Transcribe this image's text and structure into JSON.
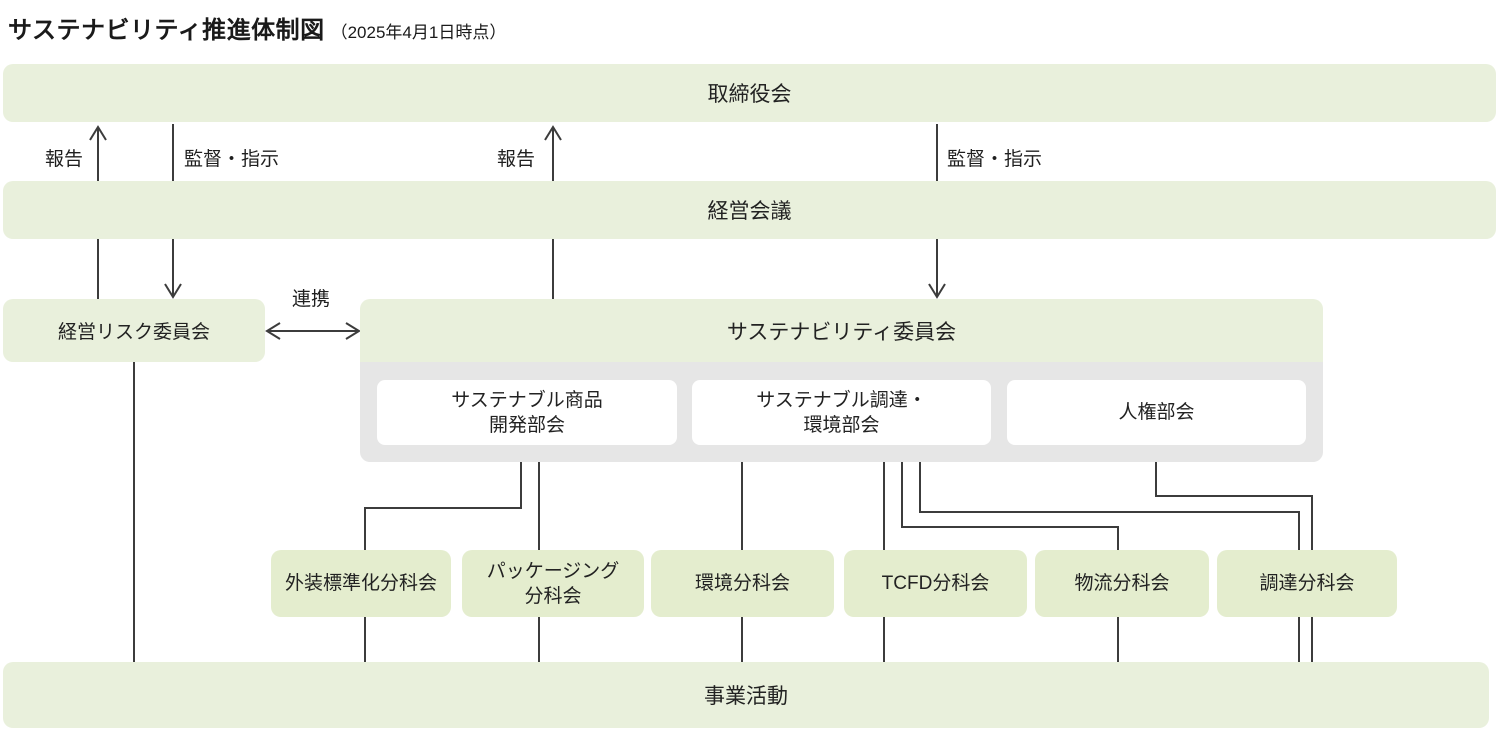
{
  "title": "サステナビリティ推進体制図",
  "title_note": "（2025年4月1日時点）",
  "bars": {
    "board": "取締役会",
    "management": "経営会議",
    "business": "事業活動"
  },
  "flow_labels": {
    "report_left": "報告",
    "supervise_left": "監督・指示",
    "report_right": "報告",
    "supervise_right": "監督・指示",
    "collaboration": "連携"
  },
  "risk_committee": "経営リスク委員会",
  "sustainability_committee": {
    "title": "サステナビリティ委員会",
    "subcommittees": [
      "サステナブル商品\n開発部会",
      "サステナブル調達・\n環境部会",
      "人権部会"
    ]
  },
  "subgroups": [
    "外装標準化分科会",
    "パッケージング\n分科会",
    "環境分科会",
    "TCFD分科会",
    "物流分科会",
    "調達分科会"
  ],
  "colors": {
    "pale_green": "#e9f0dc",
    "box_green": "#e4edce",
    "panel_gray": "#e6e6e6",
    "line": "#3c3c3c"
  }
}
